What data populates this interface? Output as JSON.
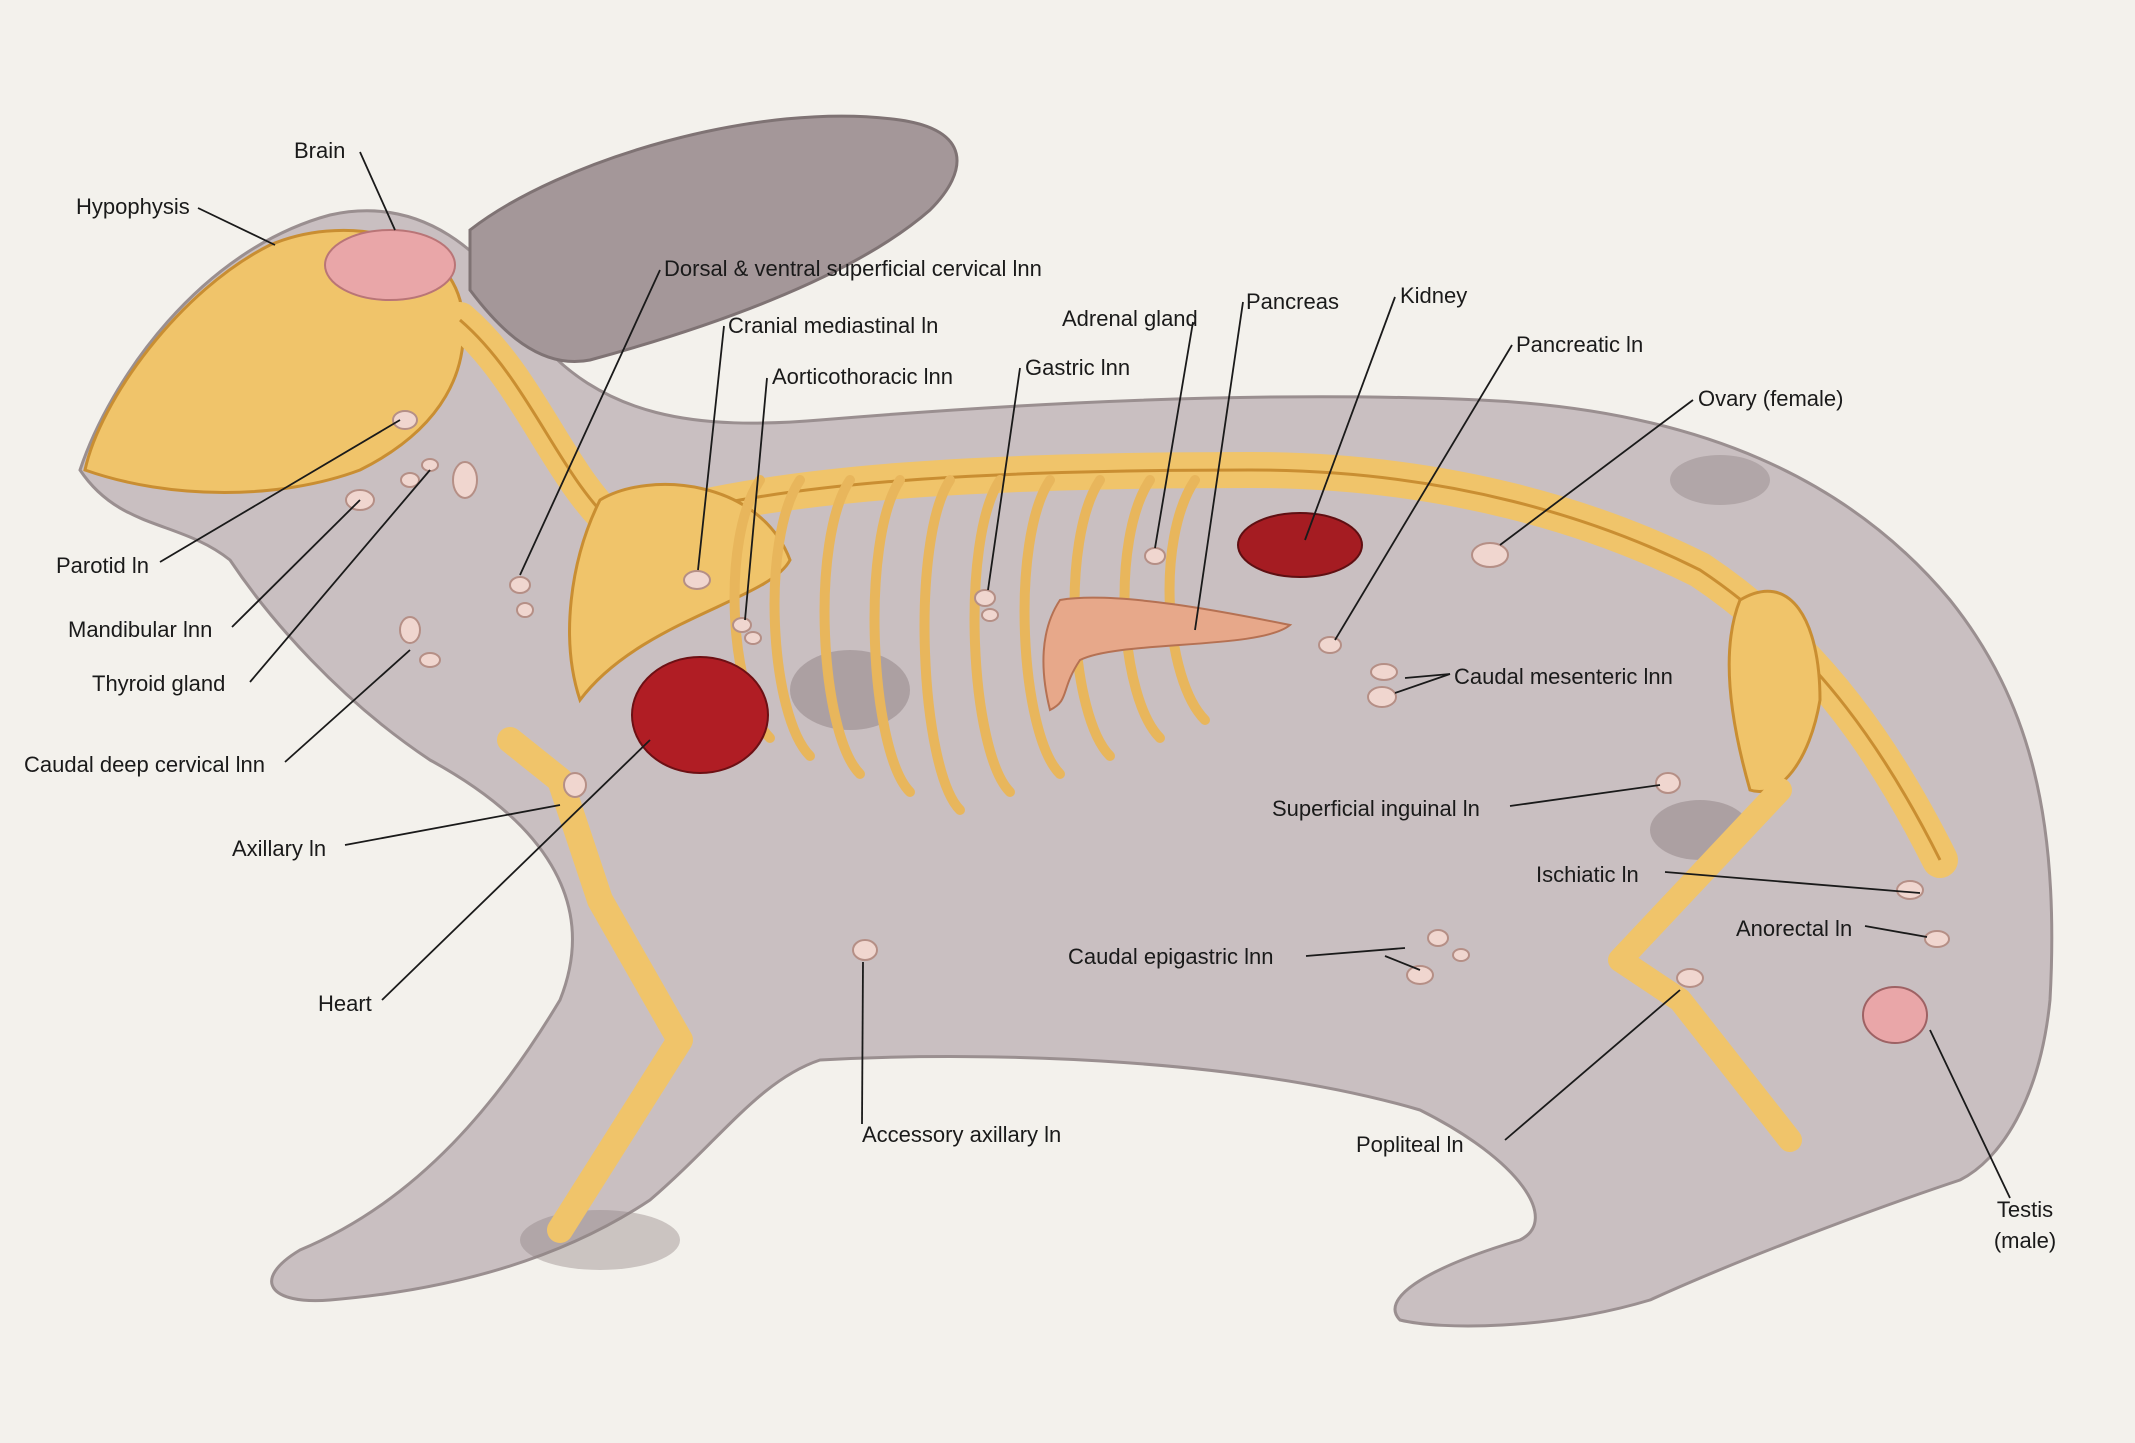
{
  "labels": {
    "brain": "Brain",
    "hypophysis": "Hypophysis",
    "parotid": "Parotid ln",
    "mandibular": "Mandibular lnn",
    "thyroid": "Thyroid gland",
    "caudal_deep_cervical": "Caudal deep cervical lnn",
    "axillary": "Axillary ln",
    "heart": "Heart",
    "dorsal_ventral_cervical": "Dorsal & ventral superficial cervical lnn",
    "cranial_mediastinal": "Cranial mediastinal ln",
    "aorticothoracic": "Aorticothoracic lnn",
    "gastric": "Gastric lnn",
    "adrenal": "Adrenal gland",
    "pancreas": "Pancreas",
    "kidney": "Kidney",
    "pancreatic": "Pancreatic ln",
    "ovary": "Ovary (female)",
    "caudal_mesenteric": "Caudal mesenteric lnn",
    "superficial_inguinal": "Superficial inguinal ln",
    "ischiatic": "Ischiatic ln",
    "anorectal": "Anorectal ln",
    "caudal_epigastric": "Caudal epigastric lnn",
    "accessory_axillary": "Accessory axillary ln",
    "popliteal": "Popliteal ln",
    "testis_line1": "Testis",
    "testis_line2": "(male)"
  },
  "colors": {
    "background": "#f3f1ec",
    "fur": "#c9bfc1",
    "fur_dark": "#8f8283",
    "bone": "#f0c46a",
    "bone_edge": "#c98e32",
    "organ_red": "#b01d24",
    "lymph_node": "#f0d6cf",
    "brain": "#e9a6a8"
  }
}
